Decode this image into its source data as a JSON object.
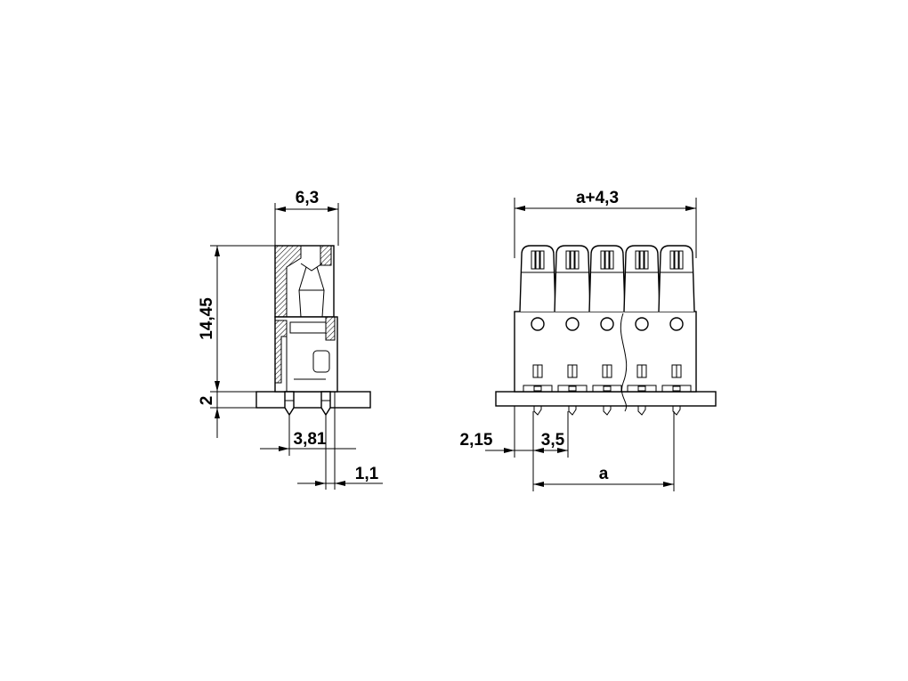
{
  "dimensions": {
    "side_width": "6,3",
    "side_height": "14,45",
    "side_base_height": "2",
    "side_pin_pitch": "3,81",
    "side_pin_offset": "1,1",
    "front_width": "a+4,3",
    "front_edge_offset": "2,15",
    "front_pin_pitch": "3,5",
    "front_span": "a"
  }
}
